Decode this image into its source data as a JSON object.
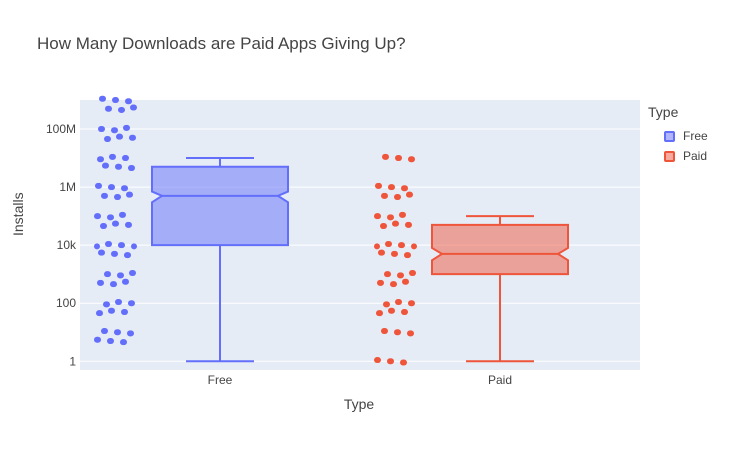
{
  "chart_data": {
    "type": "box",
    "title": "How Many Downloads are Paid Apps Giving Up?",
    "xlabel": "Type",
    "ylabel": "Installs",
    "yscale": "log",
    "ylim": [
      0.5,
      1000000000
    ],
    "ytick_values": [
      1,
      100,
      10000,
      1000000,
      100000000
    ],
    "ytick_labels": [
      "1",
      "100",
      "10k",
      "1M",
      "100M"
    ],
    "categories": [
      "Free",
      "Paid"
    ],
    "legend": {
      "title": "Type",
      "placement": "top-right"
    },
    "grid": true,
    "series": [
      {
        "name": "Free",
        "color": "#636efa",
        "min": 1,
        "q1": 10000,
        "median": 500000,
        "q3": 5000000,
        "max": 10000000,
        "notch_low": 300000,
        "notch_high": 700000,
        "outliers": [
          5,
          10,
          50,
          100,
          500,
          1000,
          5000,
          10000,
          50000,
          100000,
          500000,
          1000000,
          5000000,
          10000000,
          50000000,
          100000000,
          500000000,
          1000000000
        ]
      },
      {
        "name": "Paid",
        "color": "#ef553b",
        "min": 1,
        "q1": 1000,
        "median": 5000,
        "q3": 50000,
        "max": 100000,
        "notch_low": 3000,
        "notch_high": 8000,
        "outliers": [
          1,
          10,
          50,
          100,
          500,
          1000,
          5000,
          10000,
          50000,
          100000,
          500000,
          1000000,
          10000000
        ]
      }
    ]
  }
}
